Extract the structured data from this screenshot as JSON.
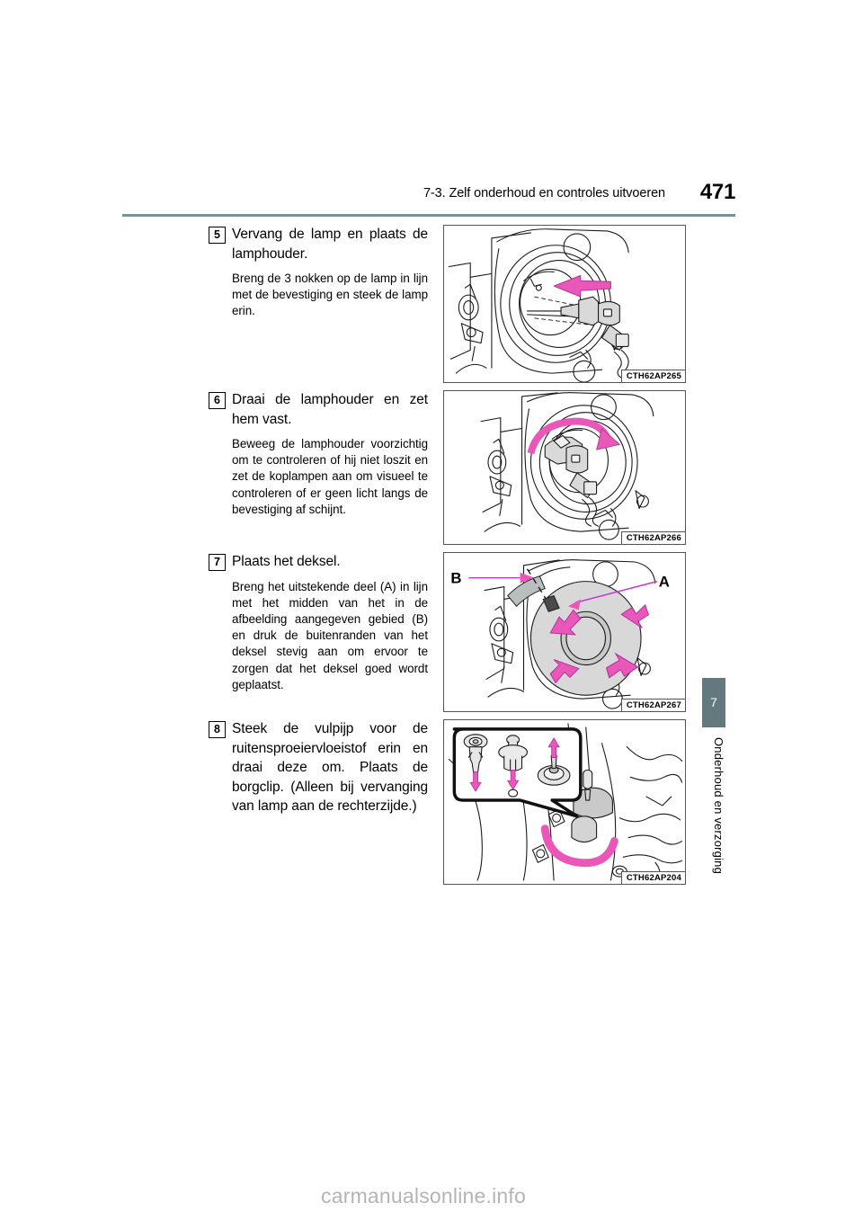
{
  "header": {
    "title": "7-3. Zelf onderhoud en controles uitvoeren",
    "page_number": "471",
    "rule_color": "#7c9098"
  },
  "steps": [
    {
      "number": "5",
      "title": "Vervang de lamp en plaats de lamphouder.",
      "body": "Breng de 3 nokken op de lamp in lijn met de bevestiging en steek de lamp erin.",
      "figure": {
        "caption": "CTH62AP265",
        "description": "Koplampbehuizing met lamp en connector die erin wordt geschoven",
        "arrow_color": "#e958b8"
      }
    },
    {
      "number": "6",
      "title": "Draai de lamphouder en zet hem vast.",
      "body": "Beweeg de lamphouder voorzichtig om te controleren of hij niet loszit en zet de koplampen aan om visueel te controleren of er geen licht langs de bevestiging af schijnt.",
      "figure": {
        "caption": "CTH62AP266",
        "description": "Lamphouder wordt met een draaibeweging vastgezet",
        "arrow_color": "#e958b8"
      }
    },
    {
      "number": "7",
      "title": "Plaats het deksel.",
      "body": "Breng het uitstekende deel (A) in lijn met het midden van het in de afbeelding aangegeven gebied (B) en druk de buitenranden van het deksel stevig aan om ervoor te zorgen dat het deksel goed wordt geplaatst.",
      "figure": {
        "caption": "CTH62AP267",
        "description": "Deksel met uitstekend deel A en aangegeven gebied B",
        "labels": [
          "B",
          "A"
        ],
        "arrow_color": "#e958b8"
      }
    },
    {
      "number": "8",
      "title": "Steek de vulpijp voor de ruitensproeiervloeistof erin en draai deze om. Plaats de borgclip. (Alleen bij vervanging van lamp aan de rechterzijde.)",
      "body": "",
      "figure": {
        "caption": "CTH62AP204",
        "description": "Motorruimte met vulpijp en detailuitsnede van de borgclip",
        "arrow_color": "#e958b8"
      }
    }
  ],
  "side_tab": {
    "number": "7",
    "label": "Onderhoud en verzorging",
    "color": "#64797d"
  },
  "watermark": "carmanualsonline.info"
}
